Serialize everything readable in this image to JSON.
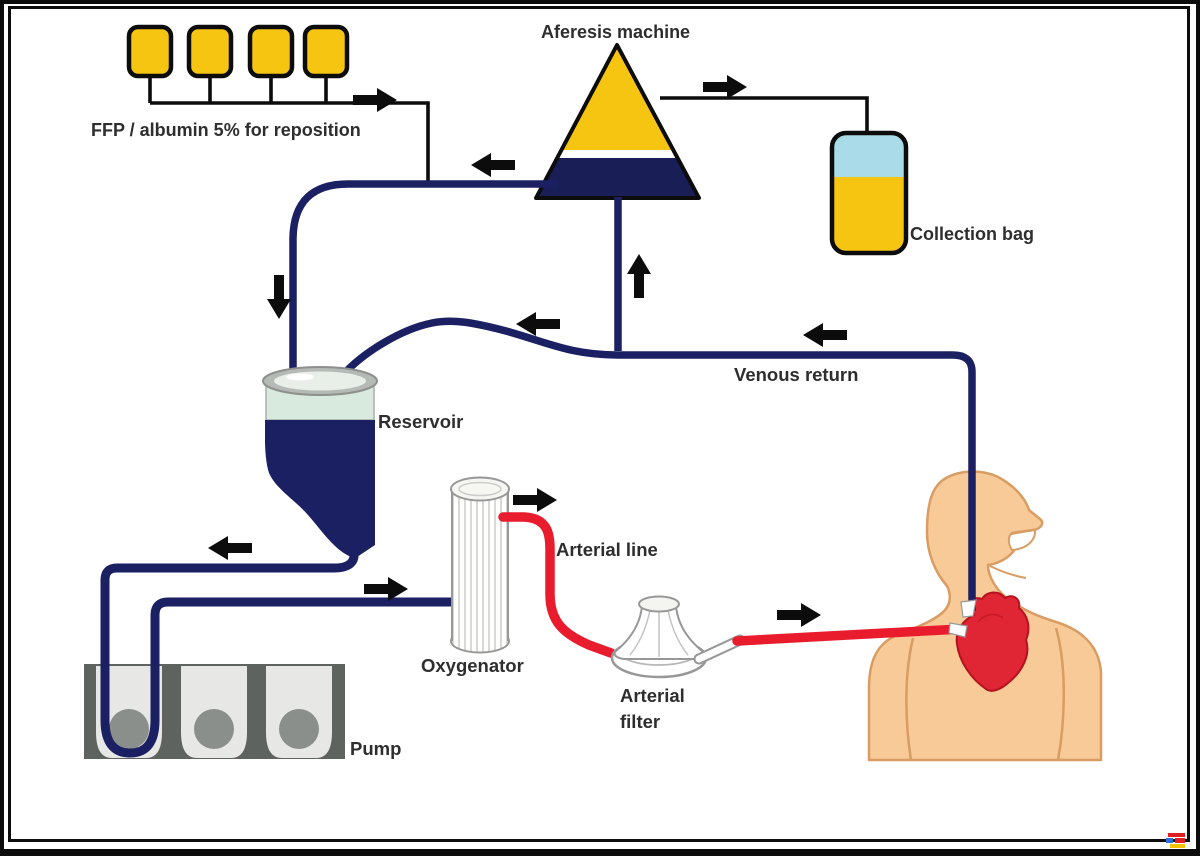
{
  "labels": {
    "ffp": "FFP / albumin 5% for reposition",
    "apheresis": "Aferesis machine",
    "collection_bag": "Collection bag",
    "venous_return": "Venous return",
    "reservoir": "Reservoir",
    "oxygenator": "Oxygenator",
    "arterial_line": "Arterial line",
    "arterial_filter_line1": "Arterial",
    "arterial_filter_line2": "filter",
    "pump": "Pump"
  },
  "components": [
    {
      "name": "ffp-reposition-bags",
      "count": 4,
      "label": "FFP / albumin 5% for reposition",
      "fill": "#f6c511"
    },
    {
      "name": "apheresis-machine",
      "label": "Aferesis machine",
      "shape": "triangle",
      "fills": [
        "#f6c511",
        "#ffffff",
        "#191e56"
      ]
    },
    {
      "name": "collection-bag",
      "label": "Collection bag",
      "fills": [
        "#aadbe8",
        "#f6c511"
      ]
    },
    {
      "name": "venous-reservoir",
      "label": "Reservoir",
      "fills": [
        "#d8e9de",
        "#1a2062"
      ]
    },
    {
      "name": "oxygenator",
      "label": "Oxygenator",
      "fill": "#ffffff"
    },
    {
      "name": "arterial-filter",
      "label": "Arterial filter",
      "fill": "#ffffff"
    },
    {
      "name": "roller-pump",
      "label": "Pump",
      "rollers": 3,
      "fill": "#5e6360"
    },
    {
      "name": "patient-torso",
      "fill": "#f7ca98"
    },
    {
      "name": "heart",
      "fill": "#e02535"
    }
  ],
  "lines": {
    "venous_line": {
      "label": "Venous return",
      "color": "#1a2062"
    },
    "arterial_line": {
      "label": "Arterial line",
      "color": "#e81c2c"
    },
    "reposition_line": {
      "color": "#0c0c0c"
    },
    "collection_line": {
      "color": "#0c0c0c"
    }
  },
  "arrows": [
    {
      "id": "ffp-to-circuit",
      "direction": "right"
    },
    {
      "id": "machine-to-collection-bag",
      "direction": "right"
    },
    {
      "id": "machine-to-reservoir",
      "direction": "left"
    },
    {
      "id": "into-reservoir",
      "direction": "down"
    },
    {
      "id": "venous-into-machine",
      "direction": "up"
    },
    {
      "id": "venous-mid",
      "direction": "left"
    },
    {
      "id": "venous-right",
      "direction": "left"
    },
    {
      "id": "reservoir-to-pump",
      "direction": "left"
    },
    {
      "id": "pump-to-oxygenator",
      "direction": "right"
    },
    {
      "id": "oxygenator-out",
      "direction": "right"
    },
    {
      "id": "filter-to-patient",
      "direction": "right"
    }
  ],
  "colors": {
    "navy": "#1a2062",
    "yellow": "#f6c511",
    "red": "#e81c2c",
    "lightblue": "#aadbe8",
    "palegreen": "#d8e9de",
    "rimgray": "#b6bab6",
    "riminner": "#e8efe9",
    "skin": "#f7ca98",
    "skinline": "#d99c63",
    "heartred": "#e02535",
    "heartline": "#b5121f",
    "pumpframe": "#5e6360",
    "pumpslot": "#e7e8e5",
    "pumproller": "#8b8f8b",
    "grayline": "#989898",
    "hatch": "#d9d9d4",
    "label": "#2e2e2e",
    "black": "#0c0c0c",
    "logored": "#e02020",
    "logoblue": "#2a6fe0",
    "logoyellow": "#f2c200"
  }
}
